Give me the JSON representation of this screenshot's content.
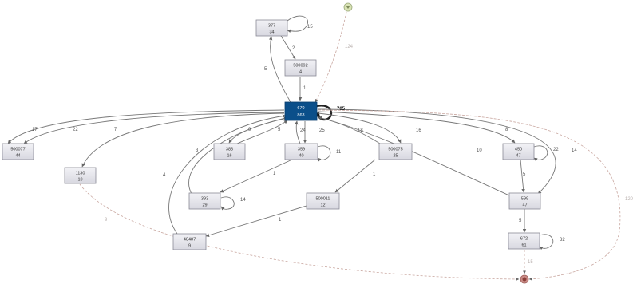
{
  "colors": {
    "node_fill": "#e4e4ea",
    "node_highlight": "#0b4f8a",
    "edge": "#777777",
    "edge_dashed": "#c9a7a0",
    "start_marker": "#d9e3b5",
    "end_marker": "#c98b86"
  },
  "nodes": [
    {
      "id": "n377",
      "top": "377",
      "bottom": "34"
    },
    {
      "id": "n500092",
      "top": "500092",
      "bottom": "4"
    },
    {
      "id": "n670",
      "top": "670",
      "bottom": "863",
      "highlight": true
    },
    {
      "id": "n500077",
      "top": "500077",
      "bottom": "44"
    },
    {
      "id": "n1130",
      "top": "1130",
      "bottom": "10"
    },
    {
      "id": "n383",
      "top": "383",
      "bottom": "16"
    },
    {
      "id": "n359",
      "top": "359",
      "bottom": "40"
    },
    {
      "id": "n500075",
      "top": "500075",
      "bottom": "25"
    },
    {
      "id": "n450",
      "top": "450",
      "bottom": "47"
    },
    {
      "id": "n393",
      "top": "393",
      "bottom": "29"
    },
    {
      "id": "n500011",
      "top": "500011",
      "bottom": "12"
    },
    {
      "id": "n599",
      "top": "599",
      "bottom": "47"
    },
    {
      "id": "n40487",
      "top": "40487",
      "bottom": "9"
    },
    {
      "id": "n672",
      "top": "672",
      "bottom": "61"
    }
  ],
  "edges": [
    {
      "id": "e-start-670",
      "label": "124",
      "style": "dashed"
    },
    {
      "id": "e-377-self",
      "label": "15"
    },
    {
      "id": "e-377-500092",
      "label": "2"
    },
    {
      "id": "e-670-377",
      "label": "5"
    },
    {
      "id": "e-500092-670",
      "label": "1"
    },
    {
      "id": "e-670-self",
      "label": "705",
      "style": "heavy"
    },
    {
      "id": "e-670-500077-a",
      "label": "17"
    },
    {
      "id": "e-670-500077-b",
      "label": "22"
    },
    {
      "id": "e-670-1130",
      "label": "7"
    },
    {
      "id": "e-670-383",
      "label": "9"
    },
    {
      "id": "e-383-670",
      "label": "5"
    },
    {
      "id": "e-670-359",
      "label": "24"
    },
    {
      "id": "e-359-670",
      "label": "25"
    },
    {
      "id": "e-359-self",
      "label": "11"
    },
    {
      "id": "e-393-670",
      "label": "3"
    },
    {
      "id": "e-40487-670",
      "label": "4"
    },
    {
      "id": "e-359-393",
      "label": "1"
    },
    {
      "id": "e-393-self",
      "label": "14"
    },
    {
      "id": "e-500075-670",
      "label": "18"
    },
    {
      "id": "e-670-500075",
      "label": "16"
    },
    {
      "id": "e-500075-500011",
      "label": "1"
    },
    {
      "id": "e-500011-40487",
      "label": "1"
    },
    {
      "id": "e-670-450",
      "label": "8"
    },
    {
      "id": "e-450-self",
      "label": "22"
    },
    {
      "id": "e-450-599",
      "label": "5"
    },
    {
      "id": "e-670-599",
      "label": "14"
    },
    {
      "id": "e-599-670",
      "label": "10"
    },
    {
      "id": "e-599-672",
      "label": "5"
    },
    {
      "id": "e-672-self",
      "label": "32"
    },
    {
      "id": "e-672-end",
      "label": "15",
      "style": "dashed"
    },
    {
      "id": "e-1130-end",
      "label": "9",
      "style": "dashed"
    },
    {
      "id": "e-670-end",
      "label": "120",
      "style": "dashed"
    }
  ]
}
